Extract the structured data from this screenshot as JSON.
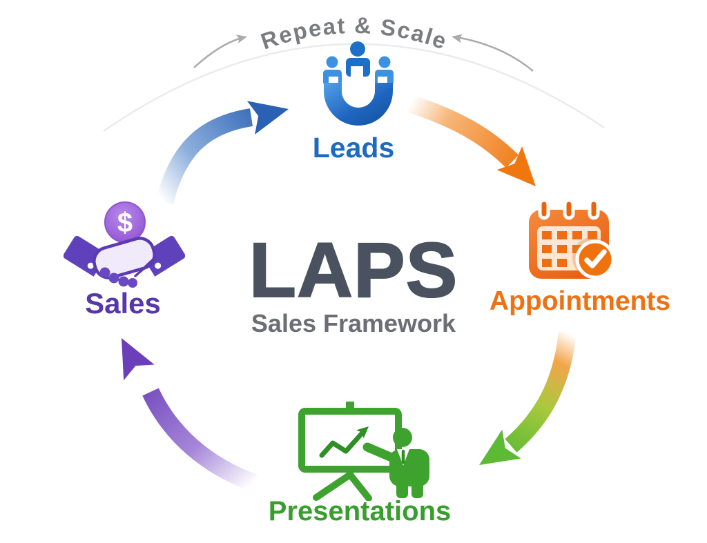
{
  "diagram": {
    "title": "LAPS",
    "subtitle": "Sales Framework",
    "title_color": "#4a5260",
    "subtitle_color": "#6a6e75",
    "cycle_label": "Repeat & Scale",
    "cycle_label_color": "#7a7c7f",
    "background_color": "#ffffff"
  },
  "stages": [
    {
      "label": "Leads",
      "color": "#1d6abf",
      "icon": "magnet-with-people",
      "position": "top"
    },
    {
      "label": "Appointments",
      "color": "#ee7114",
      "icon": "calendar-with-checkmark",
      "position": "right"
    },
    {
      "label": "Presentations",
      "color": "#389e2d",
      "icon": "presenter-with-flipchart",
      "position": "bottom"
    },
    {
      "label": "Sales",
      "color": "#5638a9",
      "icon": "handshake-with-dollar-coin",
      "position": "left"
    }
  ],
  "flow_arrows": [
    {
      "from": "Sales",
      "to": "Leads",
      "color": "#2b61b4"
    },
    {
      "from": "Leads",
      "to": "Appointments",
      "color": "#f0770f"
    },
    {
      "from": "Appointments",
      "to": "Presentations",
      "color_start": "#f2a54b",
      "color_end": "#5cba35"
    },
    {
      "from": "Presentations",
      "to": "Sales",
      "color": "#6a3fb9"
    }
  ],
  "icons": {
    "coin_symbol": "$"
  }
}
